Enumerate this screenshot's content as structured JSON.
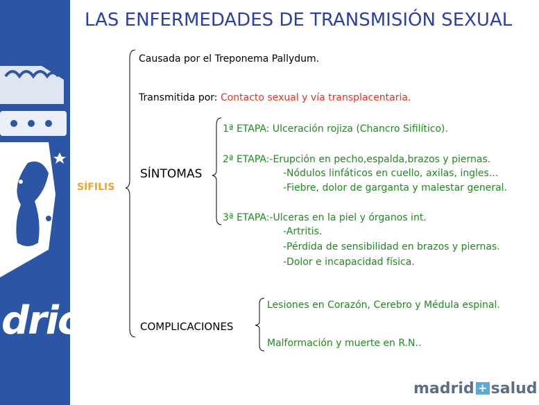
{
  "title": "LAS ENFERMEDADES DE TRANSMISIÓN SEXUAL",
  "root": "SÍFILIS",
  "sidebar_text": "dric",
  "colors": {
    "title": "#2b3fa8",
    "root": "#f2a52a",
    "green": "#1f8a1f",
    "red": "#e8321e",
    "sidebar": "#2b56a6"
  },
  "causa": "Causada por el Treponema Pallydum.",
  "transmision": {
    "label": "Transmitida por: ",
    "value": "Contacto sexual y vía transplacentaria."
  },
  "sintomas": {
    "label": "SÍNTOMAS",
    "etapa1": "1ª ETAPA: Ulceración rojiza (Chancro Sifilítico).",
    "etapa2": [
      "2ª ETAPA:-Erupción en pecho,espalda,brazos y piernas.",
      "-Nódulos linfáticos en cuello, axilas, ingles...",
      "-Fiebre, dolor de garganta y malestar general."
    ],
    "etapa3": [
      "3ª ETAPA:-Ulceras en la piel y órganos int.",
      "-Artritis.",
      "-Pérdida de sensibilidad en brazos y piernas.",
      "-Dolor e incapacidad física."
    ]
  },
  "complicaciones": {
    "label": "COMPLICACIONES",
    "items": [
      "Lesiones en Corazón, Cerebro y Médula espinal.",
      "Malformación y muerte en R.N.."
    ]
  },
  "logo": {
    "left": "madrid",
    "right": "salud"
  }
}
